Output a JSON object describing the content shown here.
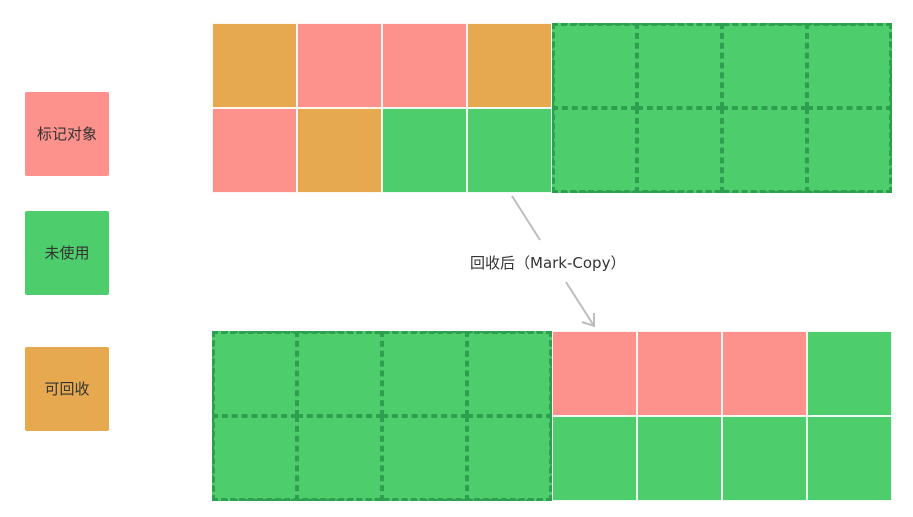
{
  "colors": {
    "marked": "#fd928c",
    "unused": "#4ecd6c",
    "reclaimable": "#e6a950",
    "freed_border": "#2e9e4f",
    "arrow": "#bdbdbd"
  },
  "legend": [
    {
      "key": "marked",
      "label": "标记对象",
      "color": "#fd928c"
    },
    {
      "key": "unused",
      "label": "未使用",
      "color": "#4ecd6c"
    },
    {
      "key": "reclaimable",
      "label": "可回收",
      "color": "#e6a950"
    }
  ],
  "caption": "回收后（Mark-Copy）",
  "before": {
    "rows": [
      [
        "reclaimable",
        "marked",
        "marked",
        "reclaimable",
        "freed",
        "freed",
        "freed",
        "freed"
      ],
      [
        "marked",
        "reclaimable",
        "unused",
        "unused",
        "freed",
        "freed",
        "freed",
        "freed"
      ]
    ]
  },
  "after": {
    "rows": [
      [
        "freed",
        "freed",
        "freed",
        "freed",
        "marked",
        "marked",
        "marked",
        "unused"
      ],
      [
        "freed",
        "freed",
        "freed",
        "freed",
        "unused",
        "unused",
        "unused",
        "unused"
      ]
    ]
  }
}
